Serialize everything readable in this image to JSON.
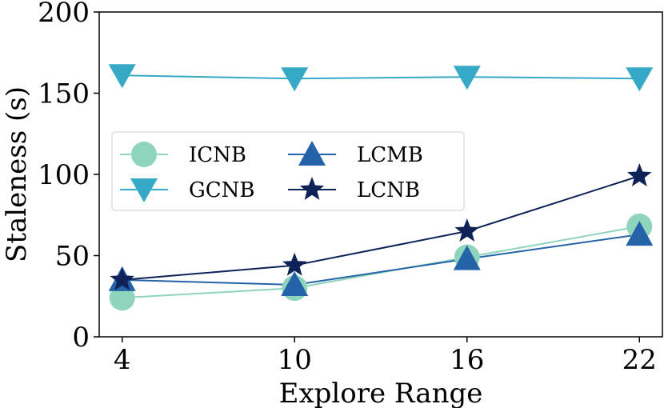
{
  "chart_data": {
    "type": "line",
    "xlabel": "Explore Range",
    "ylabel": "Staleness (s)",
    "x": [
      4,
      10,
      16,
      22
    ],
    "x_tick_labels": [
      "4",
      "10",
      "16",
      "22"
    ],
    "y_ticks": [
      0,
      50,
      100,
      150,
      200
    ],
    "y_tick_labels": [
      "0",
      "50",
      "100",
      "150",
      "200"
    ],
    "xlim": [
      3.2,
      22.8
    ],
    "ylim": [
      0,
      200
    ],
    "grid": false,
    "legend_position": "center-left",
    "series": [
      {
        "name": "ICNB",
        "marker": "circle",
        "color": "#8fd4bd",
        "values": [
          24,
          30,
          49,
          68
        ]
      },
      {
        "name": "GCNB",
        "marker": "triangle-down",
        "color": "#36a9c6",
        "values": [
          161,
          159,
          160,
          159
        ]
      },
      {
        "name": "LCMB",
        "marker": "triangle-up",
        "color": "#2563a8",
        "values": [
          35,
          32,
          48,
          63
        ]
      },
      {
        "name": "LCNB",
        "marker": "star",
        "color": "#0e2258",
        "values": [
          35,
          44,
          65,
          99
        ]
      }
    ]
  }
}
